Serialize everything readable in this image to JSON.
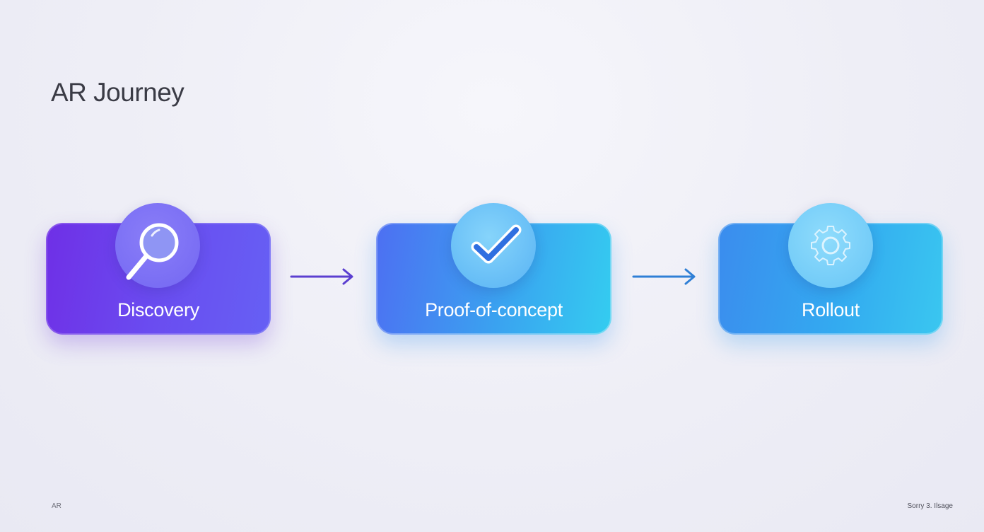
{
  "title": "AR Journey",
  "stages": [
    {
      "label": "Discovery",
      "icon": "magnifier-icon",
      "color_start": "#6f2fe6",
      "color_end": "#6660f4"
    },
    {
      "label": "Proof-of-concept",
      "icon": "checkmark-icon",
      "color_start": "#4d6ff2",
      "color_end": "#34cdf0"
    },
    {
      "label": "Rollout",
      "icon": "gear-icon",
      "color_start": "#3b8cee",
      "color_end": "#3ac7f0"
    }
  ],
  "connectors": [
    {
      "from": "Discovery",
      "to": "Proof-of-concept",
      "color": "#5b3fd0"
    },
    {
      "from": "Proof-of-concept",
      "to": "Rollout",
      "color": "#2f7fd6"
    }
  ],
  "footer": {
    "left": "AR",
    "right": "Sorry 3. Ilsage"
  }
}
